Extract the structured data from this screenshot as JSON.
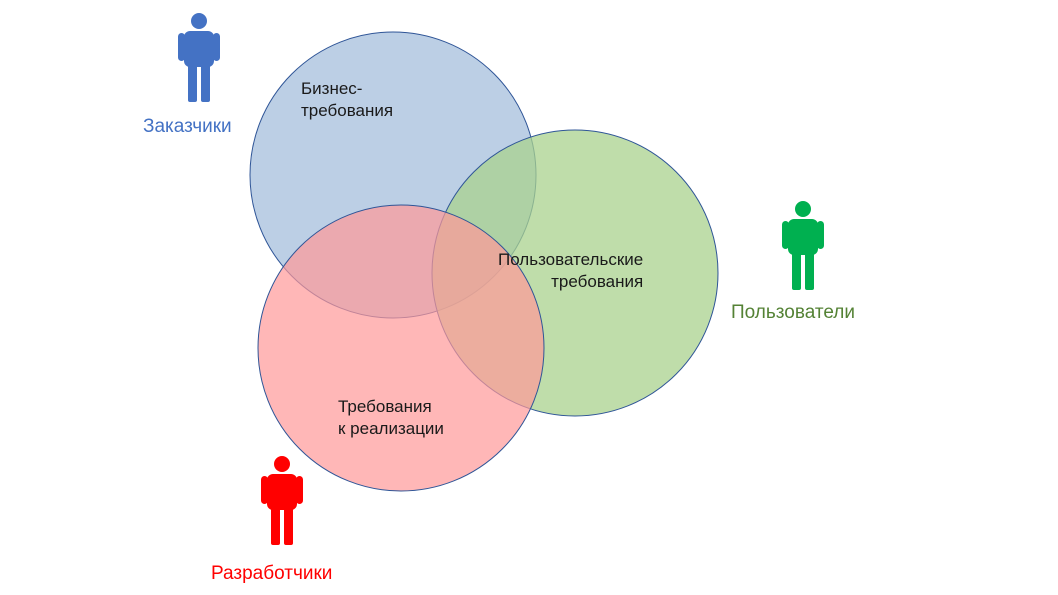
{
  "diagram": {
    "circles": [
      {
        "id": "business",
        "label": "Бизнес-\nтребования",
        "fill": "#B8CCE4",
        "stroke": "#2F5597"
      },
      {
        "id": "user",
        "label": "Пользовательские\nтребования",
        "fill": "#A9D18E",
        "stroke": "#2F5597"
      },
      {
        "id": "implementation",
        "label": "Требования\nк реализации",
        "fill": "#FF9999",
        "stroke": "#2F5597"
      }
    ],
    "roles": [
      {
        "id": "customers",
        "label": "Заказчики",
        "color": "#4472C4",
        "icon": "person-icon"
      },
      {
        "id": "users",
        "label": "Пользователи",
        "color": "#00B050",
        "text_color": "#548235",
        "icon": "person-icon"
      },
      {
        "id": "developers",
        "label": "Разработчики",
        "color": "#FF0000",
        "icon": "person-icon"
      }
    ]
  }
}
